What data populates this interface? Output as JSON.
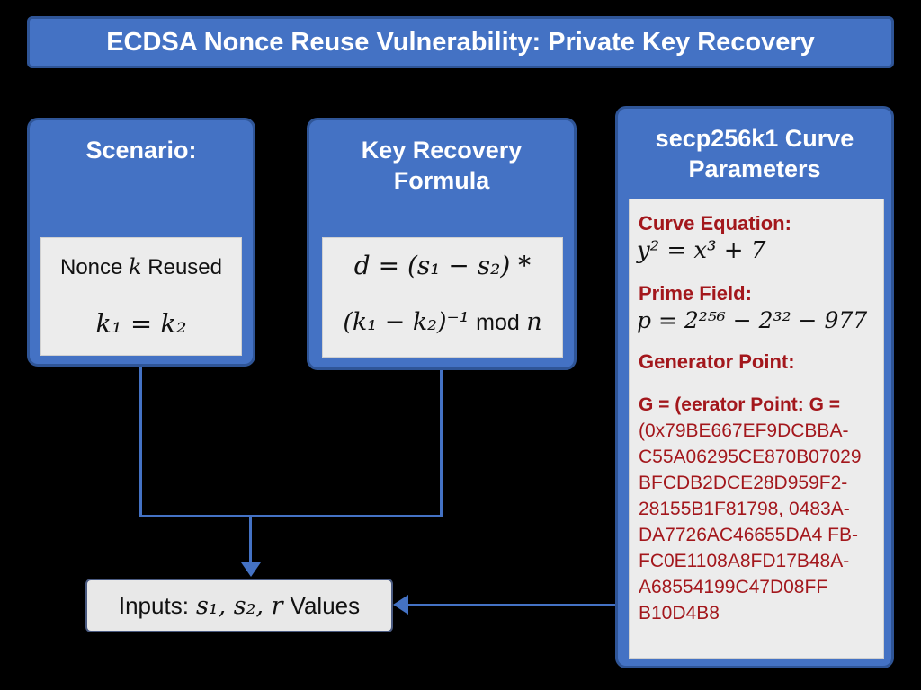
{
  "title": "ECDSA Nonce Reuse Vulnerability: Private Key Recovery",
  "scenario": {
    "heading": "Scenario:",
    "line1_text": "Nonce",
    "line1_var": "k",
    "line1_tail": "Reused",
    "line2": "k₁ = k₂"
  },
  "formula": {
    "heading": "Key Recovery Formula",
    "line1": "d = (s₁ − s₂) *",
    "line2_math": "(k₁ − k₂)⁻¹",
    "line2_mod": "mod",
    "line2_n": "n"
  },
  "curve": {
    "heading": "secp256k1 Curve Parameters",
    "equation_label": "Curve Equation:",
    "equation": "y² = x³ + 7",
    "prime_label": "Prime Field:",
    "prime": "p = 2²⁵⁶ − 2³² − 977",
    "generator_label": "Generator Point:",
    "generator_lines": [
      "G = (еerator Point: G =",
      "(0x79BE667EF9DCBBA-",
      "C55A06295CE870B07029",
      "BFCDB2DCE28D959F2-",
      "28155B1F81798, 0483A-",
      "DA7726AC46655DA4 FB-",
      "FC0E1108A8FD17B48A-",
      "A68554199C47D08FF",
      "B10D4B8"
    ]
  },
  "inputs": {
    "prefix": "Inputs:",
    "vars": "s₁, s₂, r",
    "suffix": "Values"
  },
  "colors": {
    "background": "#000000",
    "panel_blue": "#4472c4",
    "inner_gray": "#ececec",
    "accent_red": "#a3171c"
  }
}
